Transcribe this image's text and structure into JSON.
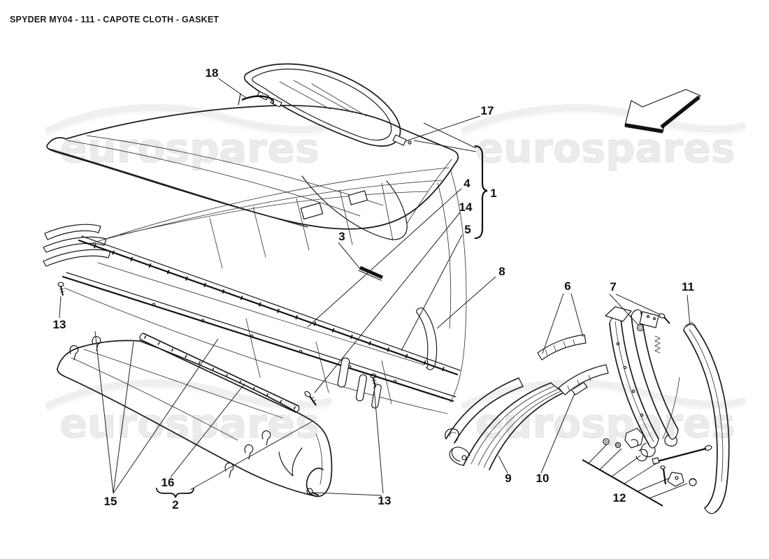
{
  "header": {
    "title": "SPYDER MY04 - 111 - CAPOTE CLOTH - GASKET"
  },
  "watermark": {
    "text": "eurospares"
  },
  "diagram": {
    "description": "Exploded line diagram of convertible soft-top (capote) cloth, rear window, folding frame and gaskets",
    "icons": {
      "direction_arrow": "arrow-pointing-lower-left"
    },
    "callouts": [
      {
        "label": "18"
      },
      {
        "label": "17"
      },
      {
        "label": "4"
      },
      {
        "label": "1"
      },
      {
        "label": "14"
      },
      {
        "label": "5"
      },
      {
        "label": "3"
      },
      {
        "label": "8"
      },
      {
        "label": "6"
      },
      {
        "label": "7"
      },
      {
        "label": "11"
      },
      {
        "label": "13"
      },
      {
        "label": "15"
      },
      {
        "label": "16"
      },
      {
        "label": "2"
      },
      {
        "label": "13"
      },
      {
        "label": "9"
      },
      {
        "label": "10"
      },
      {
        "label": "12"
      }
    ]
  }
}
